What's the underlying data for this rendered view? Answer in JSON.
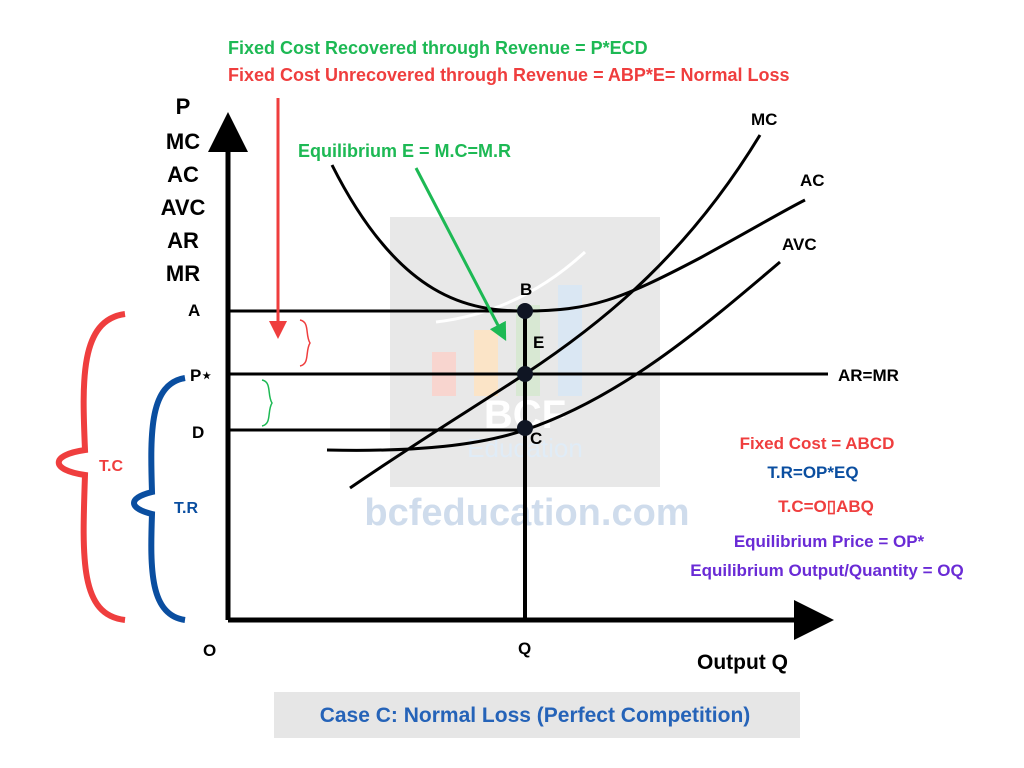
{
  "notes": {
    "fixed_recovered": "Fixed Cost Recovered through Revenue = P*ECD",
    "fixed_unrecovered": "Fixed Cost Unrecovered through Revenue = ABP*E= Normal Loss",
    "equilibrium": "Equilibrium E = M.C=M.R"
  },
  "y_axis_labels": [
    "P",
    "MC",
    "AC",
    "AVC",
    "AR",
    "MR"
  ],
  "x_axis_label": "Output Q",
  "levels": {
    "A": "A",
    "P_star": "P⋆",
    "D": "D",
    "O": "O",
    "Q": "Q"
  },
  "points": {
    "B": "B",
    "E": "E",
    "C": "C"
  },
  "curves": {
    "mc": "MC",
    "ac": "AC",
    "avc": "AVC",
    "ar_mr": "AR=MR"
  },
  "brackets": {
    "tc": "T.C",
    "tr": "T.R"
  },
  "formulas": {
    "fixed_cost": "Fixed Cost = ABCD",
    "tr": "T.R=OP*EQ",
    "tc": "T.C=O▯ABQ",
    "eq_price": "Equilibrium Price = OP*",
    "eq_output": "Equilibrium Output/Quantity = OQ"
  },
  "watermark": {
    "brand": "BCF",
    "sub": "Education",
    "site": "bcfeducation.com"
  },
  "caption": "Case C: Normal Loss (Perfect Competition)",
  "colors": {
    "green": "#1db954",
    "red": "#ef3e3e",
    "blue": "#0a4ea0",
    "purple": "#6a2bd6",
    "black": "#000000",
    "caption_bg": "#e6e6e6",
    "caption_text": "#2563b8"
  }
}
